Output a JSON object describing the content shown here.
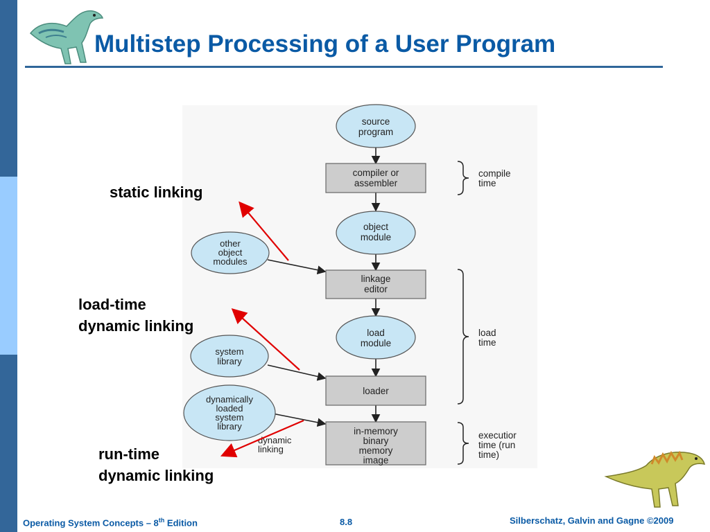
{
  "slide": {
    "title": "Multistep Processing of a User Program"
  },
  "diagram": {
    "nodes": {
      "source": [
        "source",
        "program"
      ],
      "compiler": [
        "compiler or",
        "assembler"
      ],
      "object_module": [
        "object",
        "module"
      ],
      "other_modules": [
        "other",
        "object",
        "modules"
      ],
      "linkage_editor": [
        "linkage",
        "editor"
      ],
      "load_module": [
        "load",
        "module"
      ],
      "system_library": [
        "system",
        "library"
      ],
      "loader": [
        "loader"
      ],
      "dyn_library": [
        "dynamically",
        "loaded",
        "system",
        "library"
      ],
      "in_memory": [
        "in-memory",
        "binary",
        "memory",
        "image"
      ]
    },
    "edge_label_dynamic_linking": [
      "dynamic",
      "linking"
    ],
    "phases": {
      "compile": [
        "compile",
        "time"
      ],
      "load": [
        "load",
        "time"
      ],
      "execution": [
        "executior",
        "time (run",
        "time)"
      ]
    }
  },
  "callouts": {
    "static_linking": "static linking",
    "load_time_line1": "load-time",
    "load_time_line2": "dynamic  linking",
    "run_time_line1": "run-time",
    "run_time_line2": "dynamic  linking"
  },
  "footer": {
    "left_prefix": "Operating System Concepts – 8",
    "left_sup": "th",
    "left_suffix": " Edition",
    "page": "8.8",
    "right": "Silberschatz, Galvin and Gagne ©2009"
  },
  "colors": {
    "sidebar": "#336699",
    "sidebar_accent": "#99ccff",
    "title": "#0a5aa5",
    "circle_fill": "#c8e6f5",
    "box_fill": "#cdcdcd",
    "annotation_arrow": "#e00000"
  },
  "icons": {
    "logo_top": "dinosaur-logo-icon",
    "logo_bottom": "dinosaur-logo-icon"
  }
}
